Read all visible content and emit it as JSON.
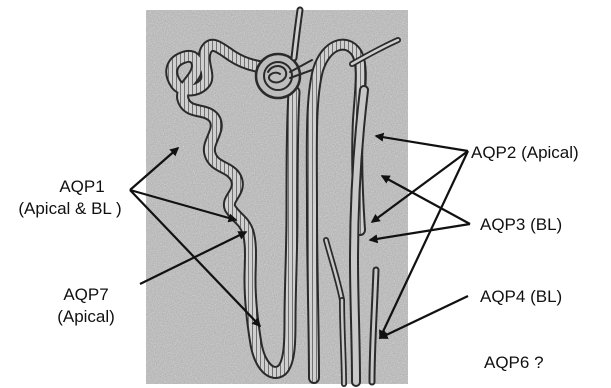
{
  "labels": {
    "aqp1_name": "AQP1",
    "aqp1_loc": "(Apical & BL )",
    "aqp7_name": "AQP7",
    "aqp7_loc": "(Apical)",
    "aqp2": "AQP2 (Apical)",
    "aqp3": "AQP3 (BL)",
    "aqp4": "AQP4 (BL)",
    "aqp6": "AQP6 ?"
  },
  "colors": {
    "panel": "#a9a9a9",
    "tubule_fill": "#d9d9d9",
    "tubule_stripe": "#555555",
    "outline": "#2a2a2a",
    "arrow": "#111111"
  },
  "icons": {
    "nephron": "nephron-tubule-illustration",
    "glomerulus": "glomerulus-illustration",
    "arrowhead": "arrowhead-icon"
  }
}
